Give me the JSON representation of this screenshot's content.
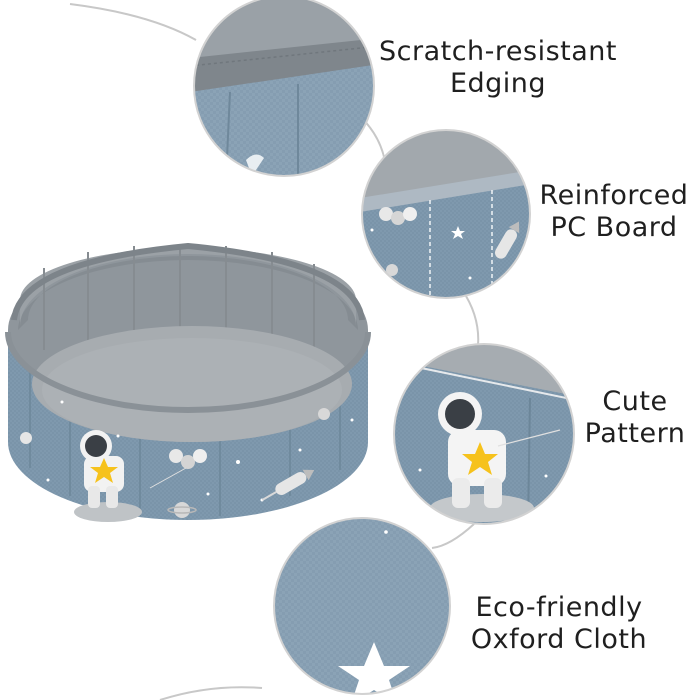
{
  "callouts": [
    {
      "line1": "Scratch-resistant",
      "line2": "Edging"
    },
    {
      "line1": "Reinforced",
      "line2": "PC Board"
    },
    {
      "line1": "Cute",
      "line2": "Pattern"
    },
    {
      "line1": "Eco-friendly",
      "line2": "Oxford Cloth"
    }
  ],
  "colors": {
    "fabric_blue": "#7e98ad",
    "rim_grey": "#8f969c",
    "inner_grey": "#9aa0a5",
    "floor_grey": "#a7acb0",
    "connector_line": "#c8c8c8",
    "label_text": "#1f1f1f"
  },
  "icons": [
    "astronaut-icon",
    "star-icon",
    "balloon-icon",
    "rocket-icon",
    "moon-icon"
  ]
}
